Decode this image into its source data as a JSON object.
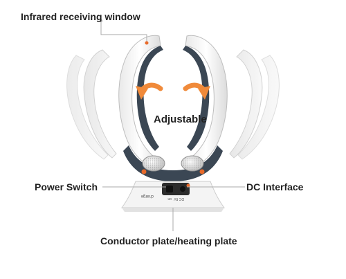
{
  "labels": {
    "infrared_window": "Infrared receiving window",
    "adjustable": "Adjustable",
    "power_switch": "Power Switch",
    "dc_interface": "DC Interface",
    "conductor_plate": "Conductor plate/heating plate"
  },
  "device_markings": {
    "charge": "charge",
    "dc": "DC 5V",
    "on": "on"
  },
  "colors": {
    "arrow_orange": "#f08a3a",
    "dot_orange": "#e86a2a",
    "band_dark": "#3b4754",
    "body_white": "#f4f4f4",
    "ghost_gray": "#d6d6d6",
    "leader_line": "#aaaaaa"
  }
}
